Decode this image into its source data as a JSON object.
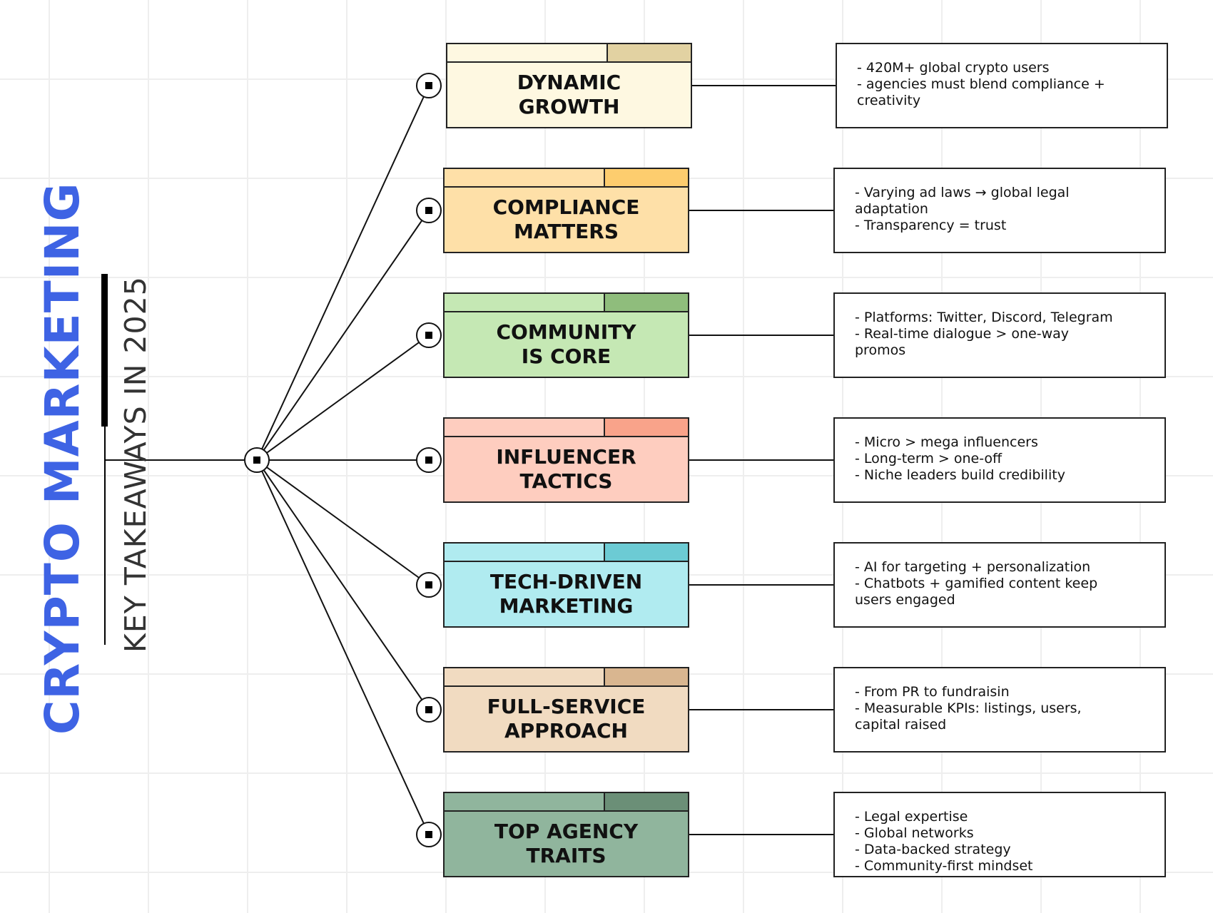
{
  "title": {
    "part1": "CRYPTO ",
    "part2": "MARKETING",
    "subtitle": "KEY TAKEAWAYS IN 2025",
    "color": "#3e63e4"
  },
  "branches": [
    {
      "title": "DYNAMIC\nGROWTH",
      "fill": "#fef8e1",
      "accent": "#e2d2a2",
      "notes": [
        "- 420M+ global crypto users",
        "- agencies must blend compliance +",
        "creativity"
      ]
    },
    {
      "title": "COMPLIANCE\nMATTERS",
      "fill": "#fee0a8",
      "accent": "#fdcd6e",
      "notes": [
        "- Varying ad laws → global legal",
        "adaptation",
        "- Transparency = trust"
      ]
    },
    {
      "title": "COMMUNITY\nIS CORE",
      "fill": "#c5e8b4",
      "accent": "#8fbd7c",
      "notes": [
        "- Platforms: Twitter, Discord, Telegram",
        "- Real-time dialogue > one-way",
        "promos"
      ]
    },
    {
      "title": "INFLUENCER\nTACTICS",
      "fill": "#fecdbf",
      "accent": "#f9a38a",
      "notes": [
        "- Micro > mega influencers",
        "- Long-term > one-off",
        "- Niche leaders build credibility"
      ]
    },
    {
      "title": "TECH-DRIVEN\nMARKETING",
      "fill": "#b0ebf0",
      "accent": "#6ccbd4",
      "notes": [
        "- AI for targeting + personalization",
        "- Chatbots + gamified content keep",
        "users engaged"
      ]
    },
    {
      "title": "FULL-SERVICE\nAPPROACH",
      "fill": "#f1dbc1",
      "accent": "#d9b690",
      "notes": [
        "- From PR to fundraisin",
        "- Measurable KPIs: listings, users,",
        "capital raised"
      ]
    },
    {
      "title": "TOP AGENCY\nTRAITS",
      "fill": "#90b59d",
      "accent": "#6b8f77",
      "notes": [
        "- Legal expertise",
        "- Global networks",
        "- Data-backed strategy",
        "- Community-first mindset"
      ]
    }
  ]
}
